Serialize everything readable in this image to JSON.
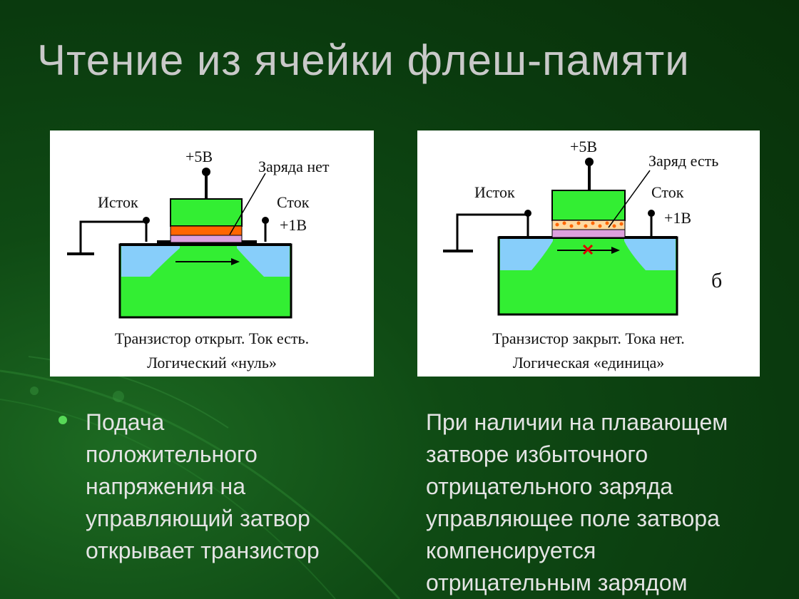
{
  "title": "Чтение из ячейки флеш-памяти",
  "diagrams": {
    "left": {
      "voltage_gate": "+5В",
      "charge_label": "Заряда нет",
      "source_label": "Исток",
      "drain_label": "Сток",
      "drain_voltage": "+1В",
      "caption_line1": "Транзистор открыт. Ток есть.",
      "caption_line2": "Логический «нуль»"
    },
    "right": {
      "voltage_gate": "+5В",
      "charge_label": "Заряд есть",
      "source_label": "Исток",
      "drain_label": "Сток",
      "drain_voltage": "+1В",
      "panel_letter": "б",
      "caption_line1": "Транзистор закрыт. Тока нет.",
      "caption_line2": "Логическая «единица»"
    }
  },
  "colors": {
    "background": "#0a3a0e",
    "silicon": "#33ee33",
    "diffusion": "#87cefa",
    "floating_gate": "#ff6600",
    "oxide": "#dda0dd",
    "bullet": "#57d957"
  },
  "text_left": [
    "Подача",
    "положительного",
    "напряжения на",
    "управляющий затвор",
    "открывает транзистор"
  ],
  "text_right": [
    "При наличии на плавающем",
    "затворе избыточного",
    "отрицательного заряда",
    "управляющее поле затвора",
    "компенсируется",
    "отрицательным зарядом"
  ]
}
